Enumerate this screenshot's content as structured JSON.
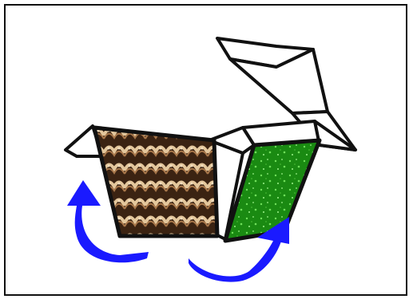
{
  "figure": {
    "description_hidden": "",
    "colors": {
      "background": "#ffffff",
      "outline": "#111111",
      "left_panel_dark": "#3b2312",
      "left_panel_light": "#e4c79c",
      "right_panel_green": "#1a8a12",
      "right_panel_speckle": "#6fe05a",
      "arrow_blue": "#1a1aff"
    },
    "icons": [
      "left-textured-panel",
      "right-green-panel",
      "left-airflow-arrow",
      "bottom-airflow-arrow"
    ]
  }
}
